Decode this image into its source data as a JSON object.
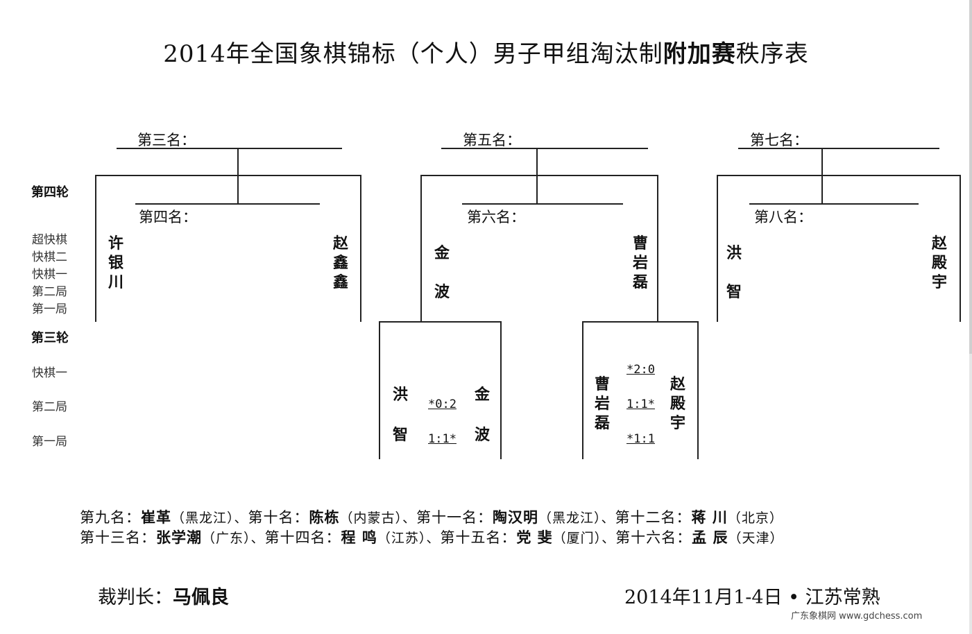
{
  "title": {
    "pre": "2014年全国象棋锦标（个人）男子甲组淘汰制",
    "bold": "附加赛",
    "post": "秩序表"
  },
  "round_labels": {
    "round4": "第四轮",
    "round3": "第三轮"
  },
  "round4_games": [
    "超快棋",
    "快棋二",
    "快棋一",
    "第二局",
    "第一局"
  ],
  "round3_games": [
    "快棋一",
    "第二局",
    "第一局"
  ],
  "brackets": [
    {
      "top_place": "第三名：",
      "second_place": "第四名：",
      "left": [
        "许",
        "银",
        "川"
      ],
      "right": [
        "赵",
        "鑫",
        "鑫"
      ]
    },
    {
      "top_place": "第五名：",
      "second_place": "第六名：",
      "left": [
        "金",
        "波"
      ],
      "right": [
        "曹",
        "岩",
        "磊"
      ]
    },
    {
      "top_place": "第七名：",
      "second_place": "第八名：",
      "left": [
        "洪",
        "智"
      ],
      "right": [
        "赵",
        "殿",
        "宇"
      ]
    }
  ],
  "round3": [
    {
      "left": [
        "洪",
        "智"
      ],
      "right": [
        "金",
        "波"
      ],
      "scores": [
        "*0:2",
        "1:1*"
      ]
    },
    {
      "left": [
        "曹",
        "岩",
        "磊"
      ],
      "right": [
        "赵",
        "殿",
        "宇"
      ],
      "scores": [
        "*2:0",
        "1:1*",
        "*1:1"
      ]
    }
  ],
  "rankings_line1": [
    {
      "place": "第九名：",
      "name": "崔革",
      "prov": "（黑龙江）、"
    },
    {
      "place": "第十名：",
      "name": "陈栋",
      "prov": "（内蒙古）、"
    },
    {
      "place": "第十一名：",
      "name": "陶汉明",
      "prov": "（黑龙江）、"
    },
    {
      "place": "第十二名：",
      "name": "蒋 川",
      "prov": "（北京）"
    }
  ],
  "rankings_line2": [
    {
      "place": "第十三名：",
      "name": "张学潮",
      "prov": "（广东）、"
    },
    {
      "place": "第十四名：",
      "name": "程 鸣",
      "prov": "（江苏）、"
    },
    {
      "place": "第十五名：",
      "name": "党 斐",
      "prov": "（厦门）、"
    },
    {
      "place": "第十六名：",
      "name": "孟 辰",
      "prov": "（天津）"
    }
  ],
  "footer": {
    "referee_label": "裁判长：",
    "referee_name": "马佩良",
    "date_place": "2014年11月1-4日 • 江苏常熟"
  },
  "watermark": "广东象棋网 www.gdchess.com"
}
